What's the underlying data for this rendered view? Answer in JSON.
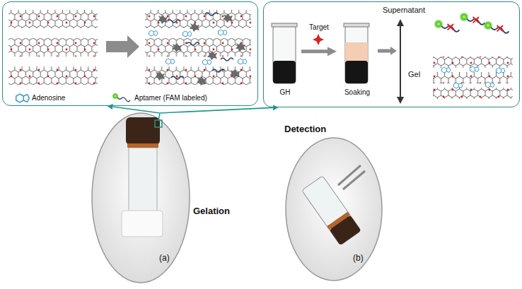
{
  "diagram": {
    "nodes": [
      {
        "text": [
          "Adenosine",
          "Aptamer (FAM labeled)"
        ]
      },
      {
        "text": [
          "Supernatant",
          "Gel"
        ]
      },
      {
        "text": [
          "GH"
        ],
        "in": 1
      },
      {
        "text": [
          "Soaking"
        ],
        "in": 1
      },
      {
        "text": [
          "Gelation",
          "(a)"
        ]
      },
      {
        "text": [
          "Detection",
          "(b)"
        ]
      }
    ],
    "edges": [
      {
        "from": 4,
        "to": 0,
        "arrow": "to"
      },
      {
        "from": 4,
        "to": 1,
        "arrow": "to"
      },
      {
        "from": 2,
        "to": 3,
        "label": "Target",
        "arrow": "to"
      }
    ]
  }
}
